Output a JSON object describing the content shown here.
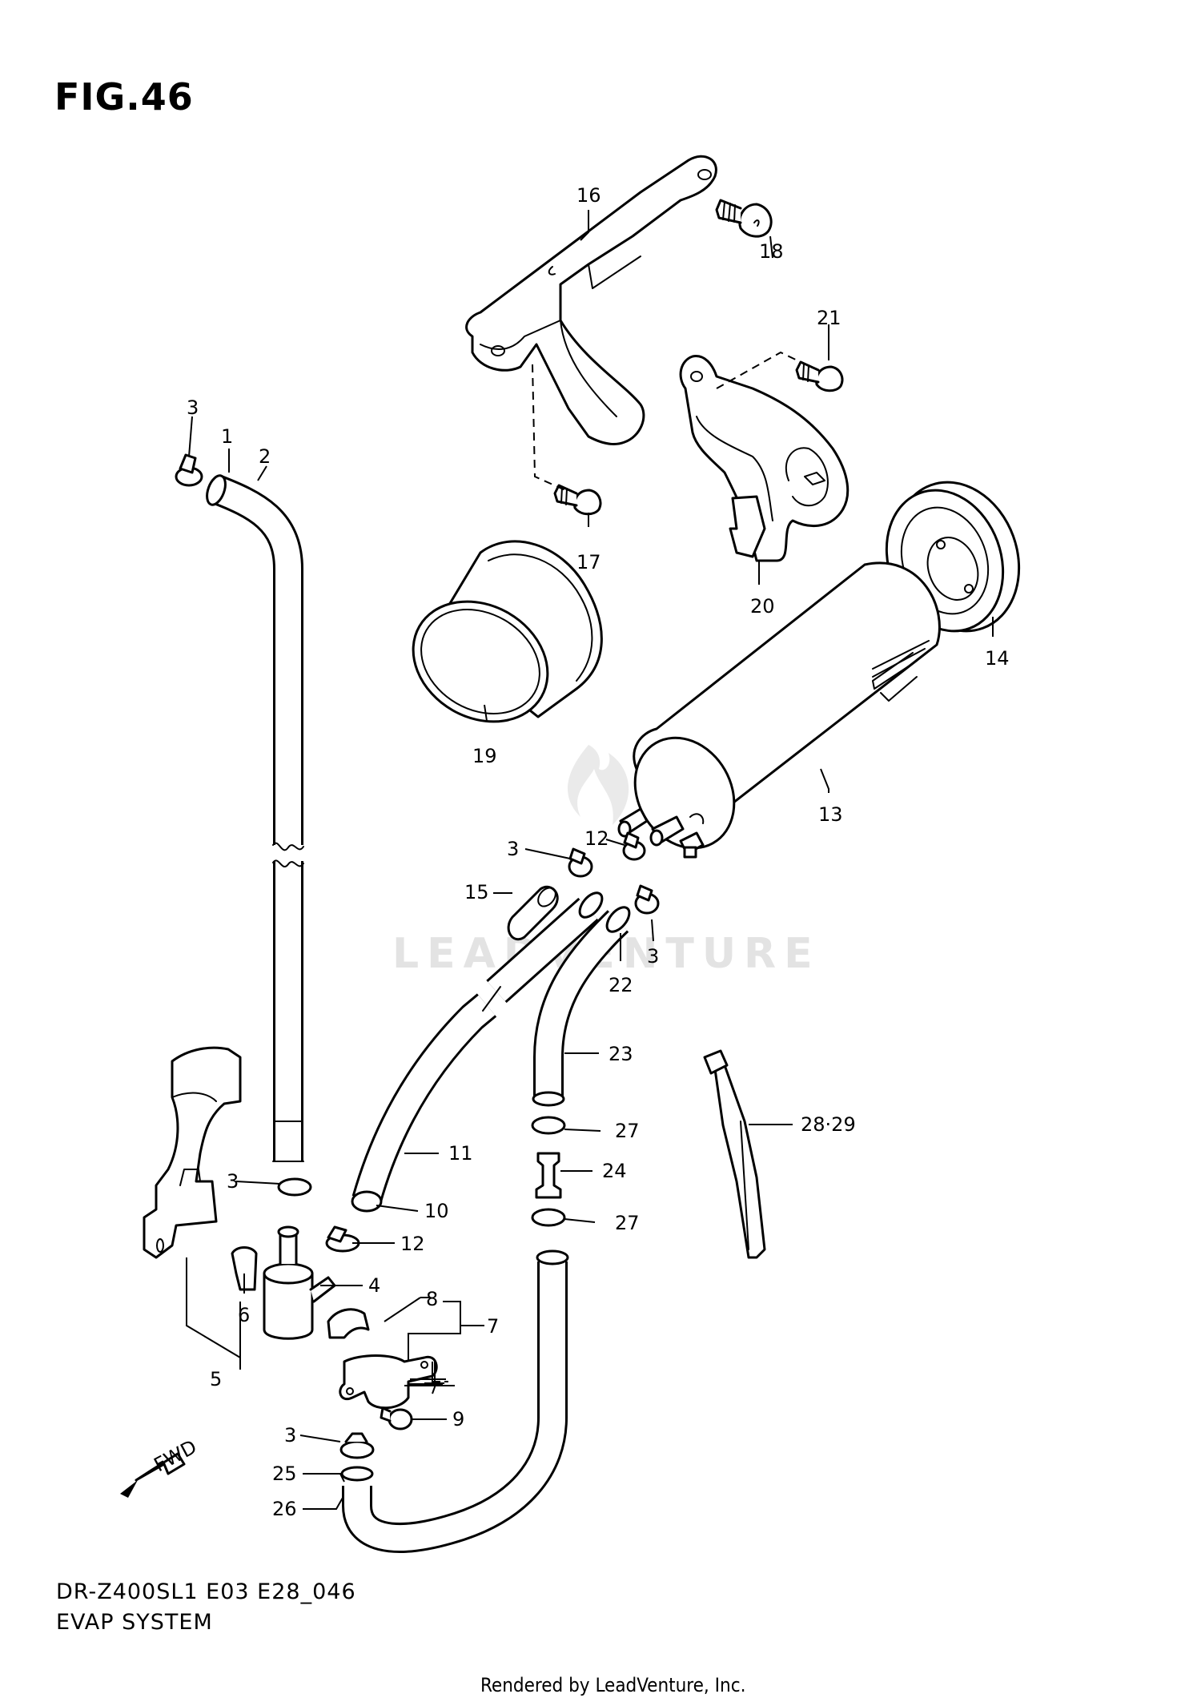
{
  "figure": {
    "title": "FIG.46",
    "model_code": "DR-Z400SL1 E03 E28_046",
    "system_name": "EVAP SYSTEM",
    "footer": "Rendered by LeadVenture, Inc.",
    "watermark": "LEADVENTURE",
    "fwd_label": "FWD"
  },
  "callouts": {
    "c1": "1",
    "c2": "2",
    "c3a": "3",
    "c3b": "3",
    "c3c": "3",
    "c3d": "3",
    "c3e": "3",
    "c4": "4",
    "c5": "5",
    "c6": "6",
    "c7": "7",
    "c8": "8",
    "c9": "9",
    "c10": "10",
    "c11": "11",
    "c12a": "12",
    "c12b": "12",
    "c13": "13",
    "c14": "14",
    "c15": "15",
    "c16": "16",
    "c17": "17",
    "c18": "18",
    "c19": "19",
    "c20": "20",
    "c21": "21",
    "c22": "22",
    "c23": "23",
    "c24": "24",
    "c25": "25",
    "c26": "26",
    "c27a": "27",
    "c27b": "27",
    "c28": "28·29"
  }
}
